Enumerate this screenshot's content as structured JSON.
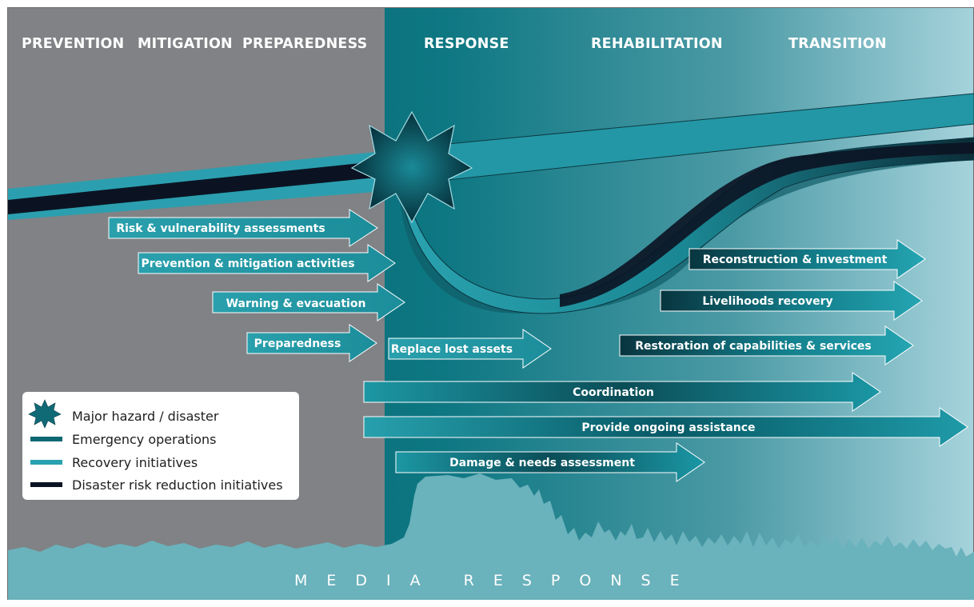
{
  "phases": {
    "prevention": "PREVENTION",
    "mitigation": "MITIGATION",
    "preparedness": "PREPAREDNESS",
    "response": "RESPONSE",
    "rehabilitation": "REHABILITATION",
    "transition": "TRANSITION"
  },
  "left_arrows": {
    "risk": "Risk & vulnerability assessments",
    "prevention": "Prevention & mitigation activities",
    "warning": "Warning & evacuation",
    "preparedness": "Preparedness"
  },
  "right_arrows": {
    "replace": "Replace lost assets",
    "reconstruction": "Reconstruction & investment",
    "livelihoods": "Livelihoods recovery",
    "restoration": "Restoration of capabilities & services",
    "coordination": "Coordination",
    "ongoing": "Provide ongoing assistance",
    "damage": "Damage & needs assessment"
  },
  "legend": {
    "hazard": "Major hazard / disaster",
    "emergency": "Emergency operations",
    "recovery": "Recovery initiatives",
    "drr": "Disaster risk reduction initiatives"
  },
  "media": "MEDIA RESPONSE",
  "colors": {
    "grey_panel": "#808285",
    "teal_dark": "#005f6b",
    "teal_light": "#a3d2db",
    "recovery_band": "#2a9aa8",
    "drr_band": "#0d1424",
    "media_fill": "#6ab2bc"
  }
}
